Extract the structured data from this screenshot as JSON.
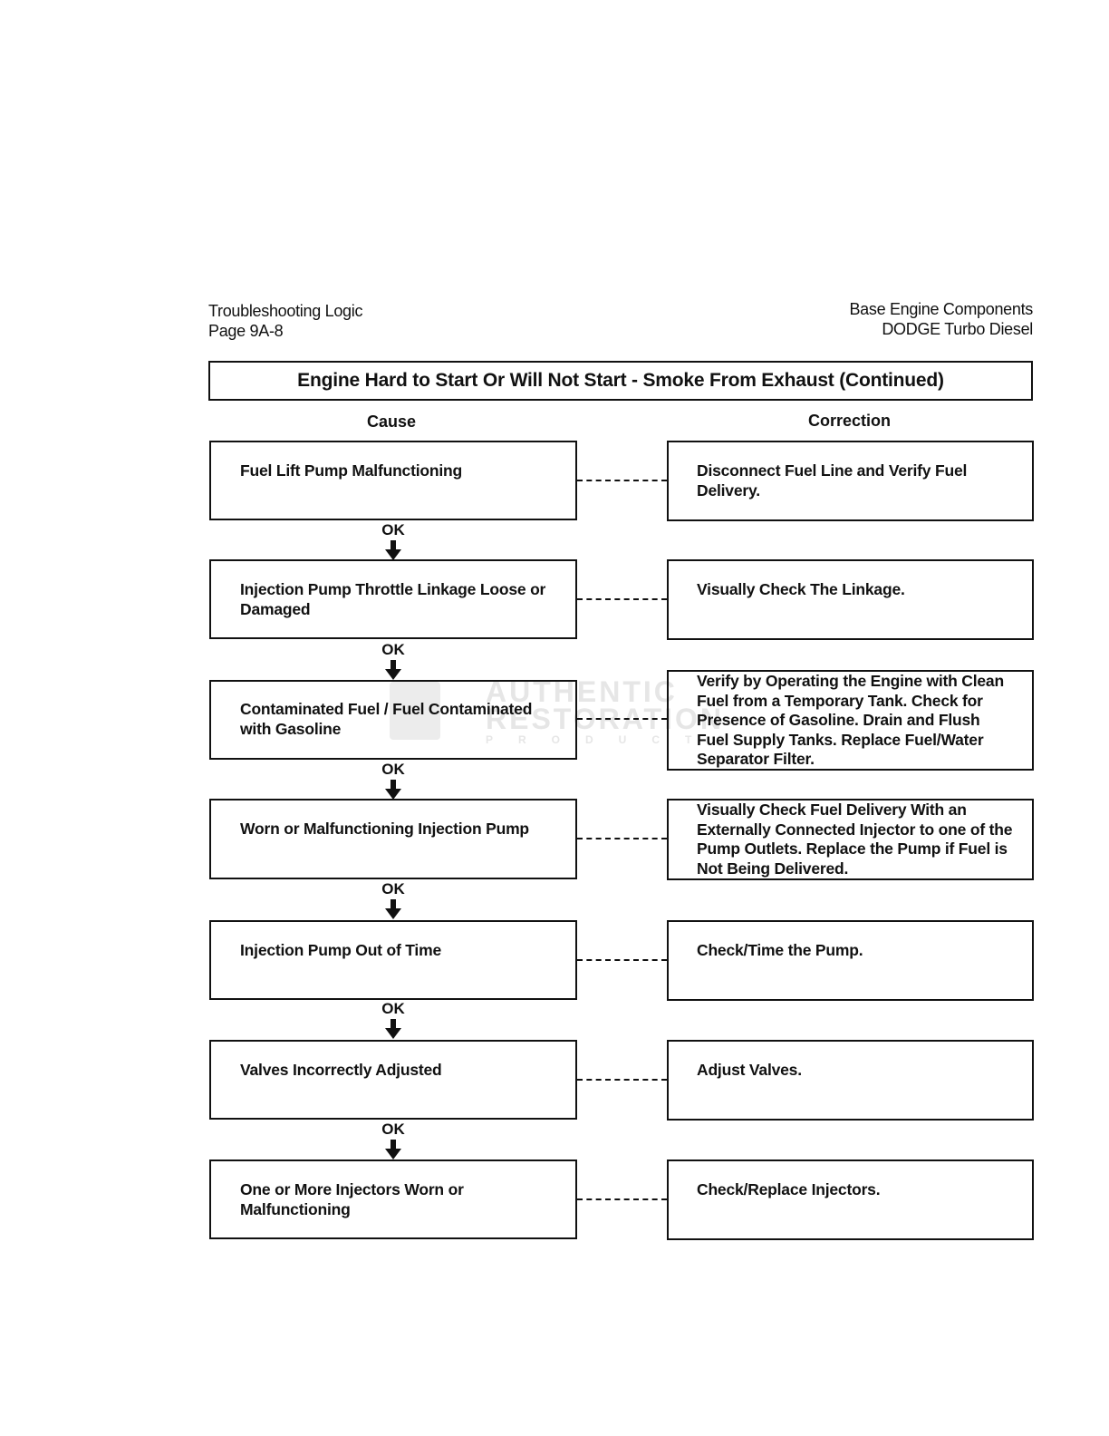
{
  "header": {
    "left_line1": "Troubleshooting Logic",
    "left_line2": "Page 9A-8",
    "right_line1": "Base Engine Components",
    "right_line2": "DODGE Turbo Diesel"
  },
  "title": "Engine Hard to Start Or Will Not Start - Smoke From Exhaust (Continued)",
  "columns": {
    "cause": "Cause",
    "correction": "Correction"
  },
  "ok_label": "OK",
  "watermark": {
    "line1": "AUTHENTIC",
    "line2": "RESTORATION",
    "line3": "PRODUCTS"
  },
  "rows": [
    {
      "cause": "Fuel Lift Pump Malfunctioning",
      "correction": "Disconnect Fuel Line and Verify Fuel Delivery."
    },
    {
      "cause": "Injection Pump Throttle Linkage Loose or Damaged",
      "correction": "Visually Check The Linkage."
    },
    {
      "cause": "Contaminated Fuel / Fuel Contaminated with Gasoline",
      "correction": "Verify by Operating the Engine with Clean Fuel from a Temporary Tank. Check for Presence of Gasoline. Drain and Flush Fuel Supply Tanks. Replace Fuel/Water Separator Filter."
    },
    {
      "cause": "Worn or Malfunctioning Injection Pump",
      "correction": "Visually Check Fuel Delivery With an Externally Connected Injector to one of the Pump Outlets. Replace the Pump if Fuel is Not Being Delivered."
    },
    {
      "cause": "Injection Pump Out of Time",
      "correction": "Check/Time the Pump."
    },
    {
      "cause": "Valves Incorrectly Adjusted",
      "correction": "Adjust Valves."
    },
    {
      "cause": "One or More Injectors Worn or Malfunctioning",
      "correction": "Check/Replace Injectors."
    }
  ]
}
